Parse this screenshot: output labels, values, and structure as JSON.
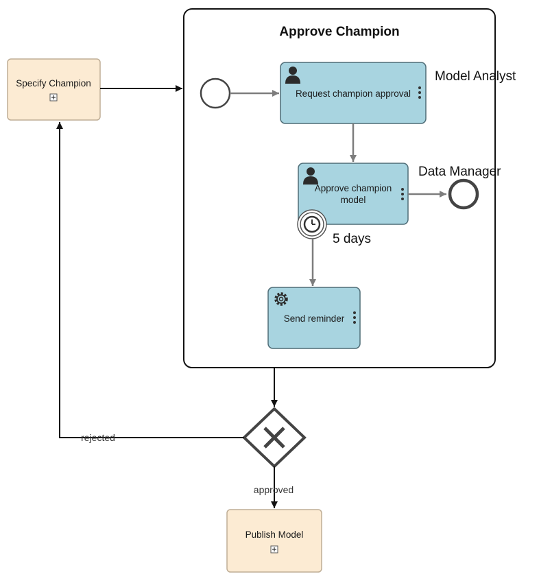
{
  "subprocess": {
    "title": "Approve Champion"
  },
  "tasks": {
    "specify_champion": {
      "label": "Specify Champion"
    },
    "request_approval": {
      "label": "Request champion approval"
    },
    "approve_model": {
      "label_line1": "Approve champion",
      "label_line2": "model"
    },
    "send_reminder": {
      "label": "Send reminder"
    },
    "publish_model": {
      "label": "Publish Model"
    }
  },
  "roles": {
    "model_analyst": "Model Analyst",
    "data_manager": "Data Manager"
  },
  "timer": {
    "label": "5 days"
  },
  "flows": {
    "rejected": "rejected",
    "approved": "approved"
  },
  "colors": {
    "collapsed_fill": "#fcebd3",
    "collapsed_stroke": "#bfae96",
    "task_fill": "#a8d4e0",
    "task_stroke": "#4f6d77",
    "flow_gray": "#7d7d7d",
    "flow_black": "#111111",
    "gateway": "#444444"
  },
  "icons": {
    "user_task": "user-icon",
    "service_task": "gear-icon",
    "timer": "clock-icon",
    "collapsed": "plus-square-icon",
    "menu": "kebab-icon",
    "gateway": "exclusive-gateway-x-icon"
  }
}
